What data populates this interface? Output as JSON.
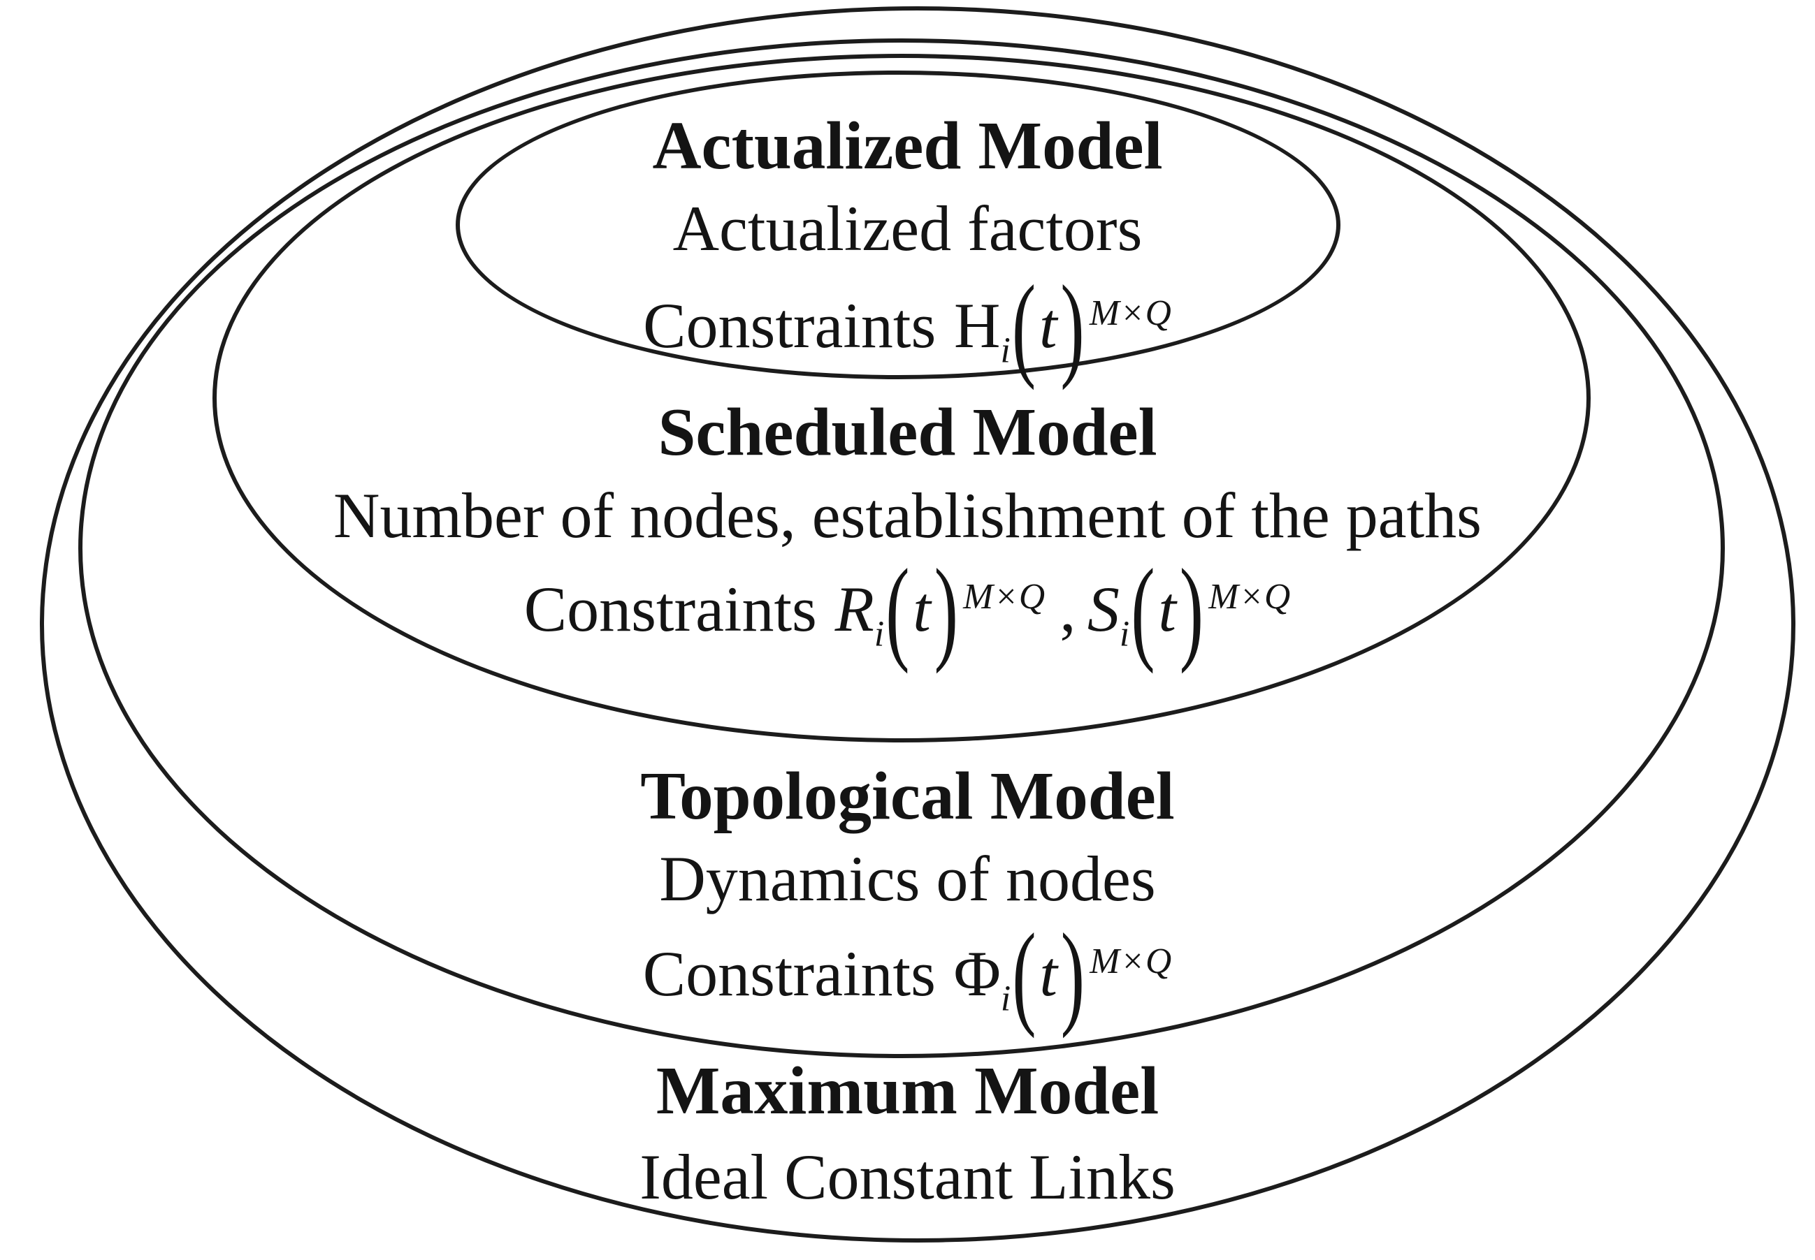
{
  "colors": {
    "line": "#1c1c1c",
    "text": "#141414",
    "background": "#ffffff"
  },
  "layers": {
    "actualized": {
      "title": "Actualized Model",
      "desc": "Actualized factors",
      "constraints_label": "Constraints",
      "formulas": [
        {
          "var": "H",
          "sub": "i",
          "paren_open": "(",
          "arg": "t",
          "paren_close": ")",
          "sup": "M×Q"
        }
      ]
    },
    "scheduled": {
      "title": "Scheduled Model",
      "desc": "Number of nodes, establishment of the paths",
      "constraints_label": "Constraints",
      "separator": ",",
      "formulas": [
        {
          "var": "R",
          "sub": "i",
          "paren_open": "(",
          "arg": "t",
          "paren_close": ")",
          "sup": "M×Q"
        },
        {
          "var": "S",
          "sub": "i",
          "paren_open": "(",
          "arg": "t",
          "paren_close": ")",
          "sup": "M×Q"
        }
      ]
    },
    "topological": {
      "title": "Topological Model",
      "desc": "Dynamics of nodes",
      "constraints_label": "Constraints",
      "formulas": [
        {
          "var": "Φ",
          "sub": "i",
          "paren_open": "(",
          "arg": "t",
          "paren_close": ")",
          "sup": "M×Q"
        }
      ]
    },
    "maximum": {
      "title": "Maximum Model",
      "desc": "Ideal Constant Links"
    }
  }
}
